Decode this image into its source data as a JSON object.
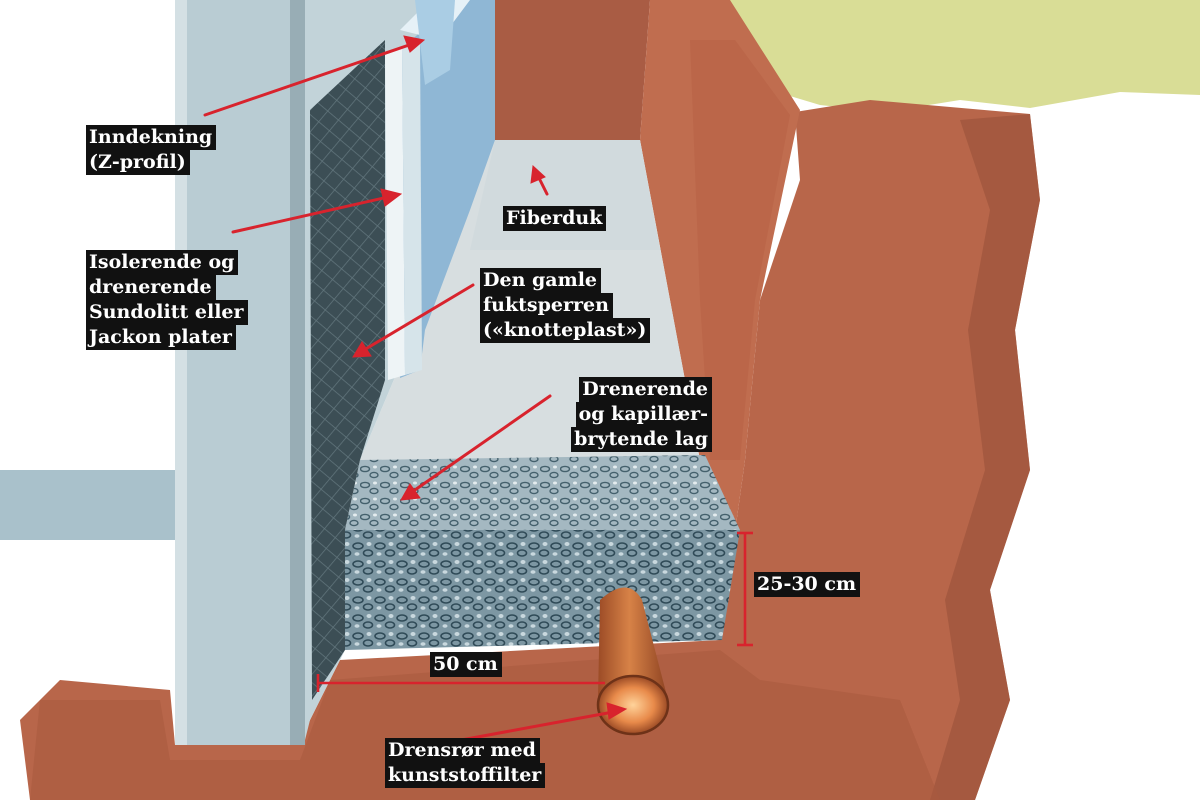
{
  "diagram": {
    "labels": {
      "z_profile": [
        "Inndekning",
        "(Z-profil)"
      ],
      "insulation": [
        "Isolerende og",
        "drenerende",
        "Sundolitt eller",
        "Jackon plater"
      ],
      "fiber_cloth": [
        "Fiberduk"
      ],
      "old_barrier": [
        "Den gamle",
        "fuktsperren",
        "(«knotteplast»)"
      ],
      "drain_layer": [
        "Drenerende",
        "og kapillær-",
        "brytende lag"
      ],
      "depth": [
        "25-30 cm"
      ],
      "width": [
        "50 cm"
      ],
      "drain_pipe": [
        "Drensrør med",
        "kunststoffilter"
      ]
    },
    "colors": {
      "soil": "#b8664a",
      "soil_dark": "#8e4a36",
      "wall": "#b9ccd3",
      "foundation": "#a9c1cb",
      "fiber_cloth": "#d7dee0",
      "insulation": "#3c4e55",
      "gravel": "#7d97a3",
      "pipe": "#c8703e",
      "grass": "#d9dd96",
      "arrow": "#d8232d",
      "label_bg": "#111111",
      "label_text": "#ffffff"
    }
  }
}
